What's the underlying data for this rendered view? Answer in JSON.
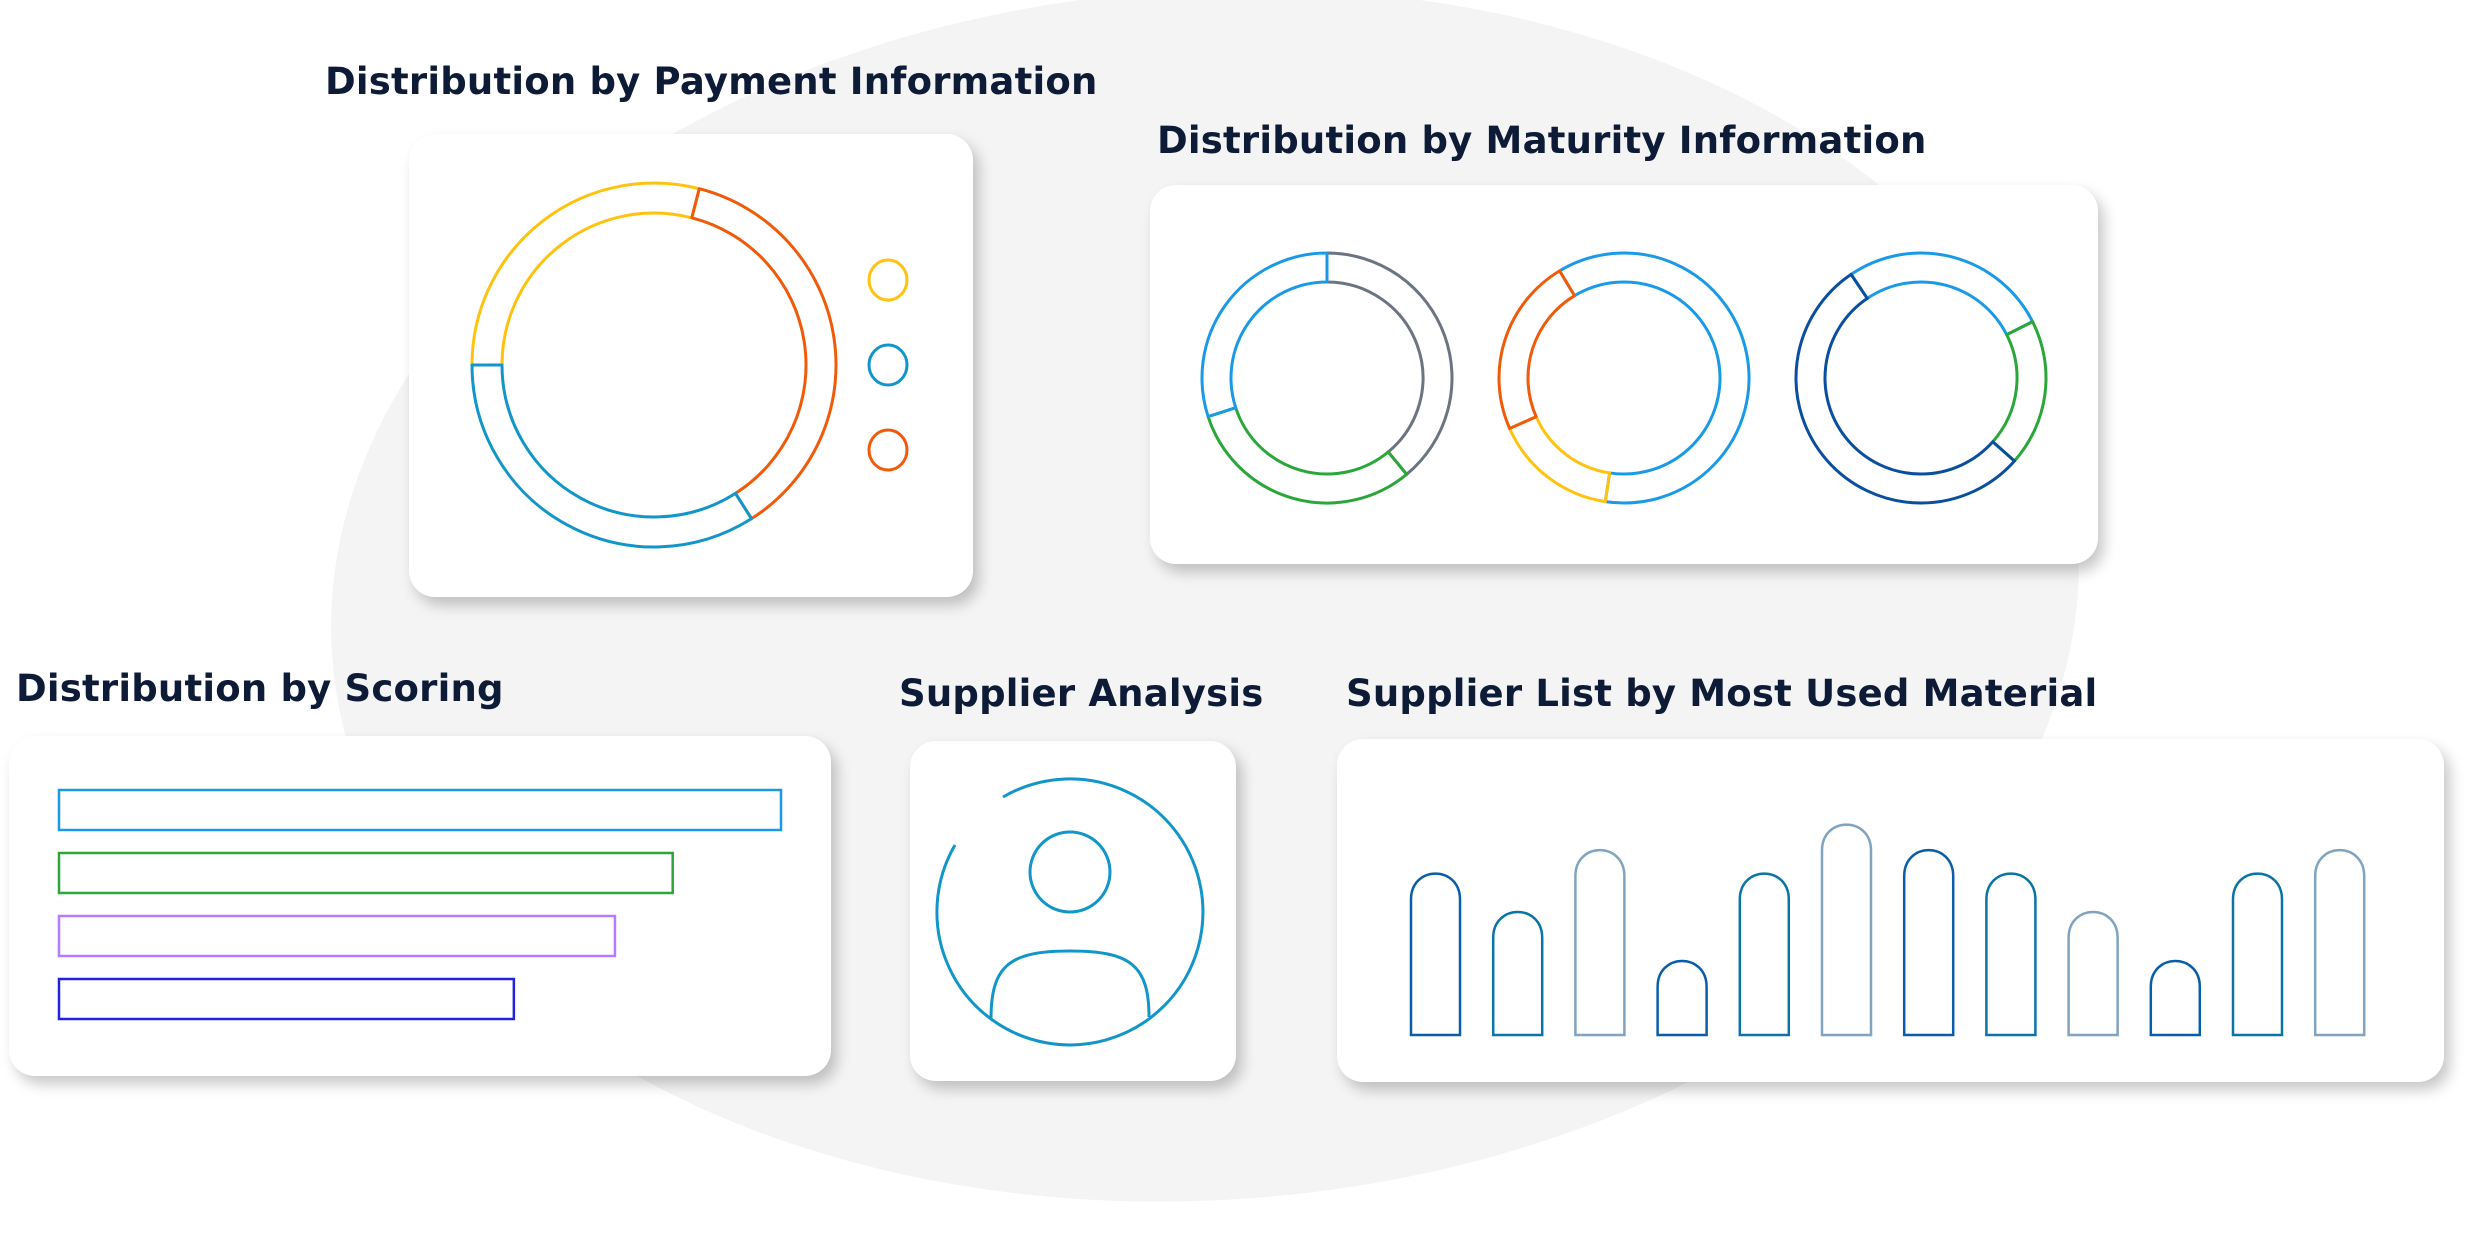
{
  "titles": {
    "payment": "Distribution by Payment Information",
    "maturity": "Distribution by Maturity Information",
    "scoring": "Distribution by Scoring",
    "supplier_analysis": "Supplier Analysis",
    "supplier_list": "Supplier List by Most Used Material"
  },
  "colors": {
    "title": "#0d1b36",
    "yellow": "#ffc20e",
    "orange": "#f05a0a",
    "blue": "#1295c9",
    "green": "#2aa63a",
    "gray": "#6b7480",
    "darkblue": "#0a4f9e",
    "lightblue": "#1a9ae6",
    "purple": "#b57bff",
    "indigo": "#2222dd"
  },
  "chart_data": [
    {
      "type": "pie",
      "name": "payment",
      "donut": true,
      "slices": [
        {
          "color": "#ffc20e",
          "value": 29
        },
        {
          "color": "#f05a0a",
          "value": 37
        },
        {
          "color": "#1295c9",
          "value": 34
        }
      ],
      "legend": [
        "#ffc20e",
        "#1295c9",
        "#f05a0a"
      ],
      "legend_placement": "right"
    },
    {
      "type": "pie",
      "name": "maturity-1",
      "donut": true,
      "slices": [
        {
          "color": "#6b7480",
          "value": 39
        },
        {
          "color": "#2aa63a",
          "value": 31
        },
        {
          "color": "#1a9ae6",
          "value": 30
        }
      ]
    },
    {
      "type": "pie",
      "name": "maturity-2",
      "donut": true,
      "slices": [
        {
          "color": "#1a9ae6",
          "value": 61
        },
        {
          "color": "#ffc20e",
          "value": 16
        },
        {
          "color": "#f05a0a",
          "value": 23
        }
      ]
    },
    {
      "type": "pie",
      "name": "maturity-3",
      "donut": true,
      "slices": [
        {
          "color": "#1a9ae6",
          "value": 27
        },
        {
          "color": "#2aa63a",
          "value": 19
        },
        {
          "color": "#0a4f9e",
          "value": 54
        }
      ]
    },
    {
      "type": "bar",
      "name": "scoring",
      "orientation": "horizontal",
      "values": [
        100,
        85,
        77,
        63
      ],
      "colors": [
        "#1a9ae6",
        "#2aa63a",
        "#b57bff",
        "#2222dd"
      ]
    },
    {
      "type": "bar",
      "name": "supplier-list",
      "values": [
        7.7,
        5.9,
        8.8,
        3.6,
        7.7,
        10,
        8.8,
        7.7,
        5.9,
        3.6,
        7.7,
        8.8
      ],
      "ylim": [
        0,
        10
      ],
      "colors": [
        "#0a5ea8",
        "#0b74a6",
        "#80a4bf"
      ]
    }
  ]
}
